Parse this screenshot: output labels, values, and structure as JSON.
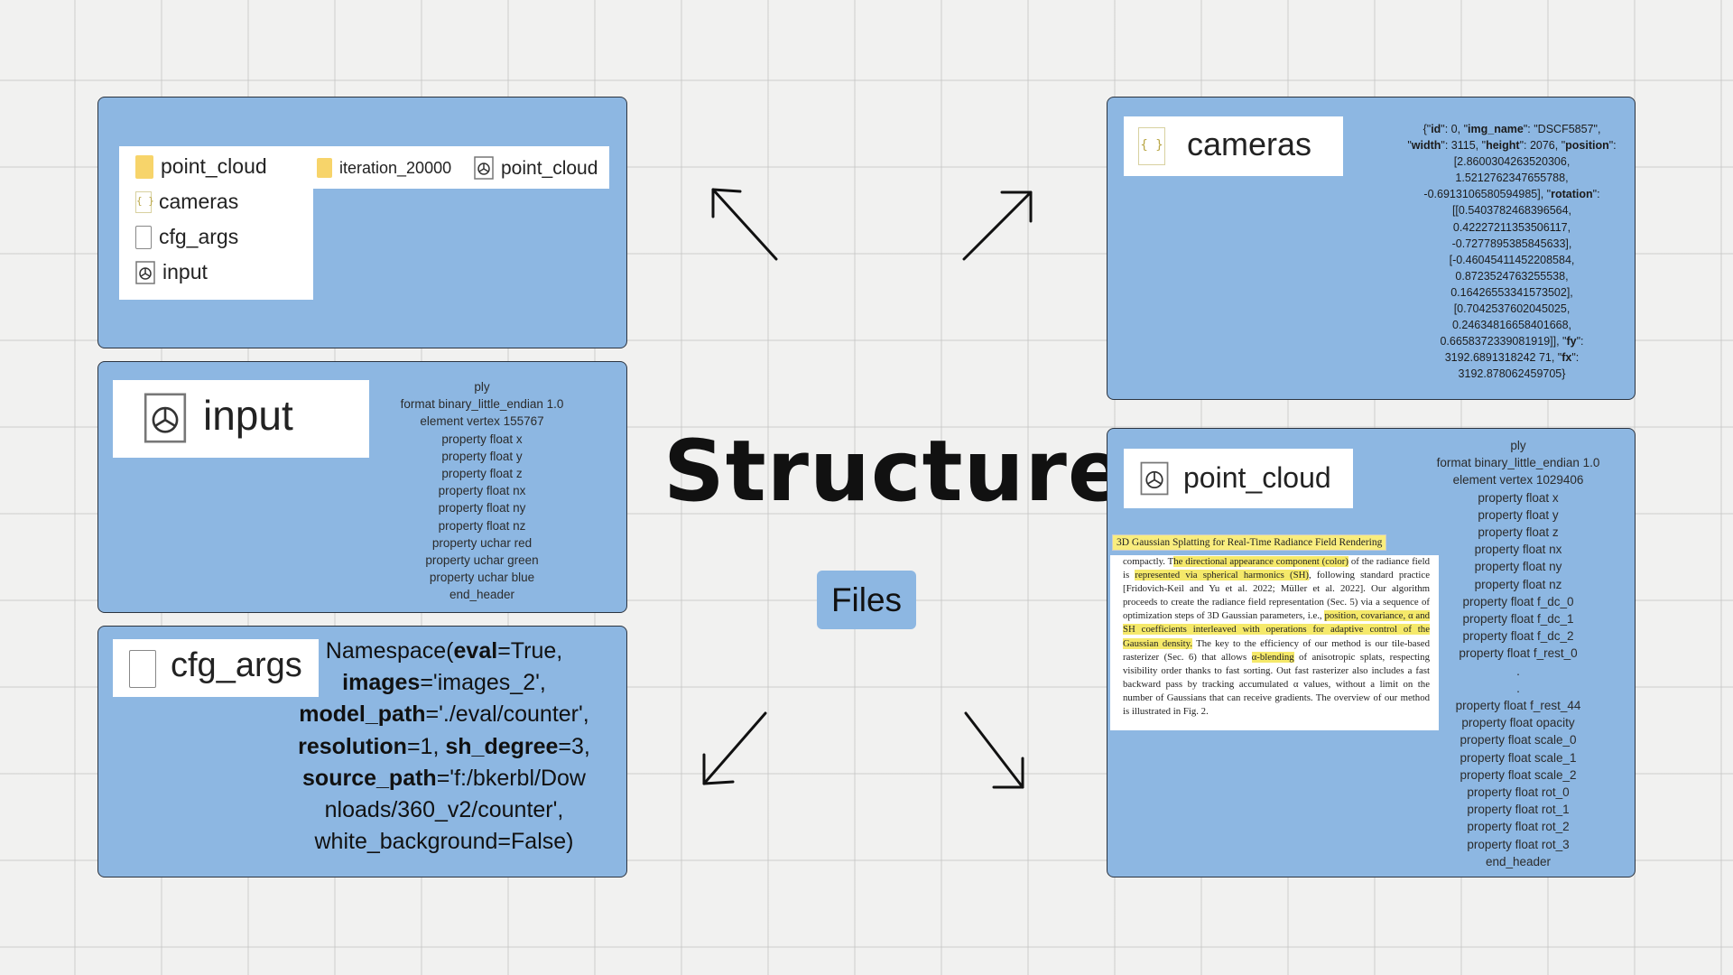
{
  "title": "Structure",
  "center_label": "Files",
  "tree": {
    "col1": [
      {
        "type": "folder",
        "label": "point_cloud"
      },
      {
        "type": "json",
        "label": "cameras"
      },
      {
        "type": "file",
        "label": "cfg_args"
      },
      {
        "type": "ply",
        "label": "input"
      }
    ],
    "col2": {
      "type": "folder",
      "label": "iteration_20000"
    },
    "col3": {
      "type": "ply",
      "label": "point_cloud"
    }
  },
  "input_panel": {
    "label": "input",
    "header": "ply\nformat binary_little_endian 1.0\nelement vertex 155767\nproperty float x\nproperty float y\nproperty float z\nproperty float nx\nproperty float ny\nproperty float nz\nproperty uchar red\nproperty uchar green\nproperty uchar blue\nend_header"
  },
  "cfg_panel": {
    "label": "cfg_args",
    "parts": [
      {
        "text": "Namespace(",
        "bold": false
      },
      {
        "text": "eval",
        "bold": true
      },
      {
        "text": "=True,\n",
        "bold": false
      },
      {
        "text": "images",
        "bold": true
      },
      {
        "text": "='images_2',\n",
        "bold": false
      },
      {
        "text": "model_path",
        "bold": true
      },
      {
        "text": "='./eval/counter',\n",
        "bold": false
      },
      {
        "text": "resolution",
        "bold": true
      },
      {
        "text": "=1, ",
        "bold": false
      },
      {
        "text": "sh_degree",
        "bold": true
      },
      {
        "text": "=3,\n",
        "bold": false
      },
      {
        "text": "source_path",
        "bold": true
      },
      {
        "text": "='f:/bkerbl/Dow\nnloads/360_v2/counter',\nwhite_background=False)",
        "bold": false
      }
    ]
  },
  "cameras_panel": {
    "label": "cameras",
    "parts": [
      {
        "text": "{\"",
        "bold": false
      },
      {
        "text": "id",
        "bold": true
      },
      {
        "text": "\": 0, \"",
        "bold": false
      },
      {
        "text": "img_name",
        "bold": true
      },
      {
        "text": "\": \"DSCF5857\",\n\"",
        "bold": false
      },
      {
        "text": "width",
        "bold": true
      },
      {
        "text": "\": 3115, \"",
        "bold": false
      },
      {
        "text": "height",
        "bold": true
      },
      {
        "text": "\": 2076, \"",
        "bold": false
      },
      {
        "text": "position",
        "bold": true
      },
      {
        "text": "\":\n[2.8600304263520306,\n1.5212762347655788,\n-0.6913106580594985], \"",
        "bold": false
      },
      {
        "text": "rotation",
        "bold": true
      },
      {
        "text": "\":\n[[0.5403782468396564,\n0.42227211353506117,\n-0.7277895385845633],\n[-0.46045411452208584,\n0.8723524763255538,\n0.16426553341573502],\n[0.7042537602045025,\n0.24634816658401668,\n0.6658372339081919]], \"",
        "bold": false
      },
      {
        "text": "fy",
        "bold": true
      },
      {
        "text": "\":\n3192.6891318242 71, \"",
        "bold": false
      },
      {
        "text": "fx",
        "bold": true
      },
      {
        "text": "\":\n3192.878062459705}",
        "bold": false
      }
    ]
  },
  "point_cloud_panel": {
    "label": "point_cloud",
    "header": "ply\nformat binary_little_endian 1.0\nelement vertex 1029406\nproperty float x\nproperty float y\nproperty float z\nproperty float nx\nproperty float ny\nproperty float nz\nproperty float f_dc_0\nproperty float f_dc_1\nproperty float f_dc_2\nproperty float f_rest_0\n.\n.\nproperty float f_rest_44\nproperty float opacity\nproperty float scale_0\nproperty float scale_1\nproperty float scale_2\nproperty float rot_0\nproperty float rot_1\nproperty float rot_2\nproperty float rot_3\nend_header",
    "paper_title": "3D Gaussian Splatting for Real-Time Radiance Field Rendering",
    "paper_parts": [
      {
        "text": "compactly. T",
        "hl": false
      },
      {
        "text": "he directional appearance component (color)",
        "hl": true
      },
      {
        "text": " of the radiance field is ",
        "hl": false
      },
      {
        "text": "represented via spherical harmonics (SH)",
        "hl": true
      },
      {
        "text": ", following standard practice [Fridovich-Keil and Yu et al. 2022; Müller et al. 2022]. Our algorithm proceeds to create the radiance field representation (Sec. 5) via a sequence of optimization steps of 3D Gaussian parameters, i.e., ",
        "hl": false
      },
      {
        "text": "position, covariance, α and SH coefficients interleaved with operations for adaptive control of the Gaussian density.",
        "hl": true
      },
      {
        "text": " The key to the efficiency of our method is our tile-based rasterizer (Sec. 6) that allows ",
        "hl": false
      },
      {
        "text": "α-blending",
        "hl": true
      },
      {
        "text": " of anisotropic splats, respecting visibility order thanks to fast sorting. Out fast rasterizer also includes a fast backward pass by tracking accumulated α values, without a limit on the number of Gaussians that can receive gradients. The overview of our method is illustrated in Fig. 2.",
        "hl": false
      }
    ]
  }
}
